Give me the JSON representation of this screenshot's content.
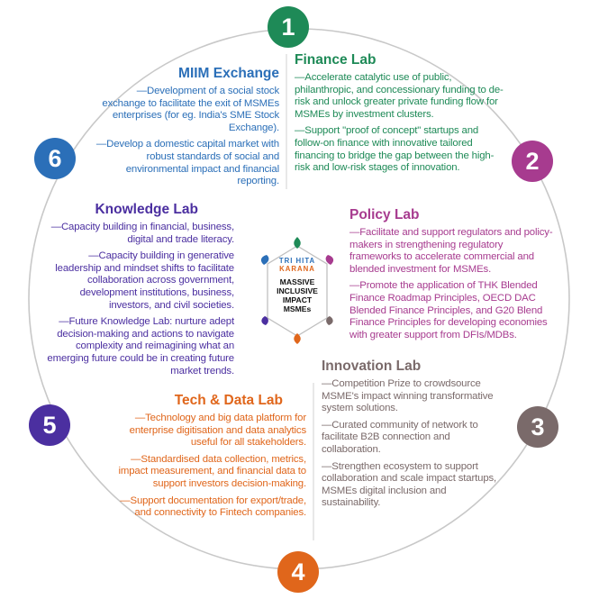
{
  "numbers": {
    "n1": "1",
    "n2": "2",
    "n3": "3",
    "n4": "4",
    "n5": "5",
    "n6": "6"
  },
  "colors": {
    "finance": "#1e8a57",
    "policy": "#a73b8f",
    "innovation": "#7a6a6a",
    "tech": "#e0661b",
    "knowledge": "#4b2fa0",
    "miim": "#2b6fb8",
    "ring": "#c8c8c8"
  },
  "finance": {
    "title": "Finance Lab",
    "items": [
      "—Accelerate catalytic use of public, philanthropic, and concessionary funding to de-risk and unlock greater private funding flow for MSMEs by investment clusters.",
      "—Support \"proof of concept\" startups and follow-on finance with innovative tailored financing to bridge the gap between the high-risk and low-risk stages of innovation."
    ]
  },
  "miim": {
    "title": "MIIM Exchange",
    "items": [
      "—Development of a social stock exchange to facilitate the exit of MSMEs enterprises (for eg. India's SME Stock Exchange).",
      "—Develop a domestic capital market with robust standards of social and environmental impact and financial reporting."
    ]
  },
  "knowledge": {
    "title": "Knowledge Lab",
    "items": [
      "—Capacity building in financial, business, digital and trade literacy.",
      "—Capacity building in generative leadership and mindset shifts to facilitate collaboration across government, development institutions, business, investors, and civil societies.",
      "—Future Knowledge Lab: nurture adept decision-making and actions to navigate complexity and reimagining what an emerging future could be in creating future market trends."
    ]
  },
  "policy": {
    "title": "Policy Lab",
    "items": [
      "—Facilitate and support regulators and policy-makers in strengthening regulatory frameworks to accelerate commercial and blended investment for MSMEs.",
      "—Promote the application of THK Blended Finance Roadmap Principles, OECD DAC Blended Finance Principles, and G20 Blend Finance Principles for developing economies with greater support from DFIs/MDBs."
    ]
  },
  "innovation": {
    "title": "Innovation Lab",
    "items": [
      "—Competition Prize to crowdsource MSME's impact winning transformative system solutions.",
      "—Curated community of network to facilitate B2B connection and collaboration.",
      "—Strengthen ecosystem to support collaboration and scale impact startups, MSMEs digital inclusion and sustainability."
    ]
  },
  "tech": {
    "title": "Tech & Data Lab",
    "items": [
      "—Technology and big data platform for enterprise digitisation and data analytics useful for all stakeholders.",
      "—Standardised data collection, metrics, impact measurement, and financial data to support investors decision-making.",
      "—Support documentation for export/trade, and connectivity to Fintech companies."
    ]
  },
  "center": {
    "logo_line1": "TRI HITA",
    "logo_line2": "KARANA",
    "label_line1": "MASSIVE",
    "label_line2": "INCLUSIVE",
    "label_line3": "IMPACT",
    "label_line4": "MSMEs"
  }
}
